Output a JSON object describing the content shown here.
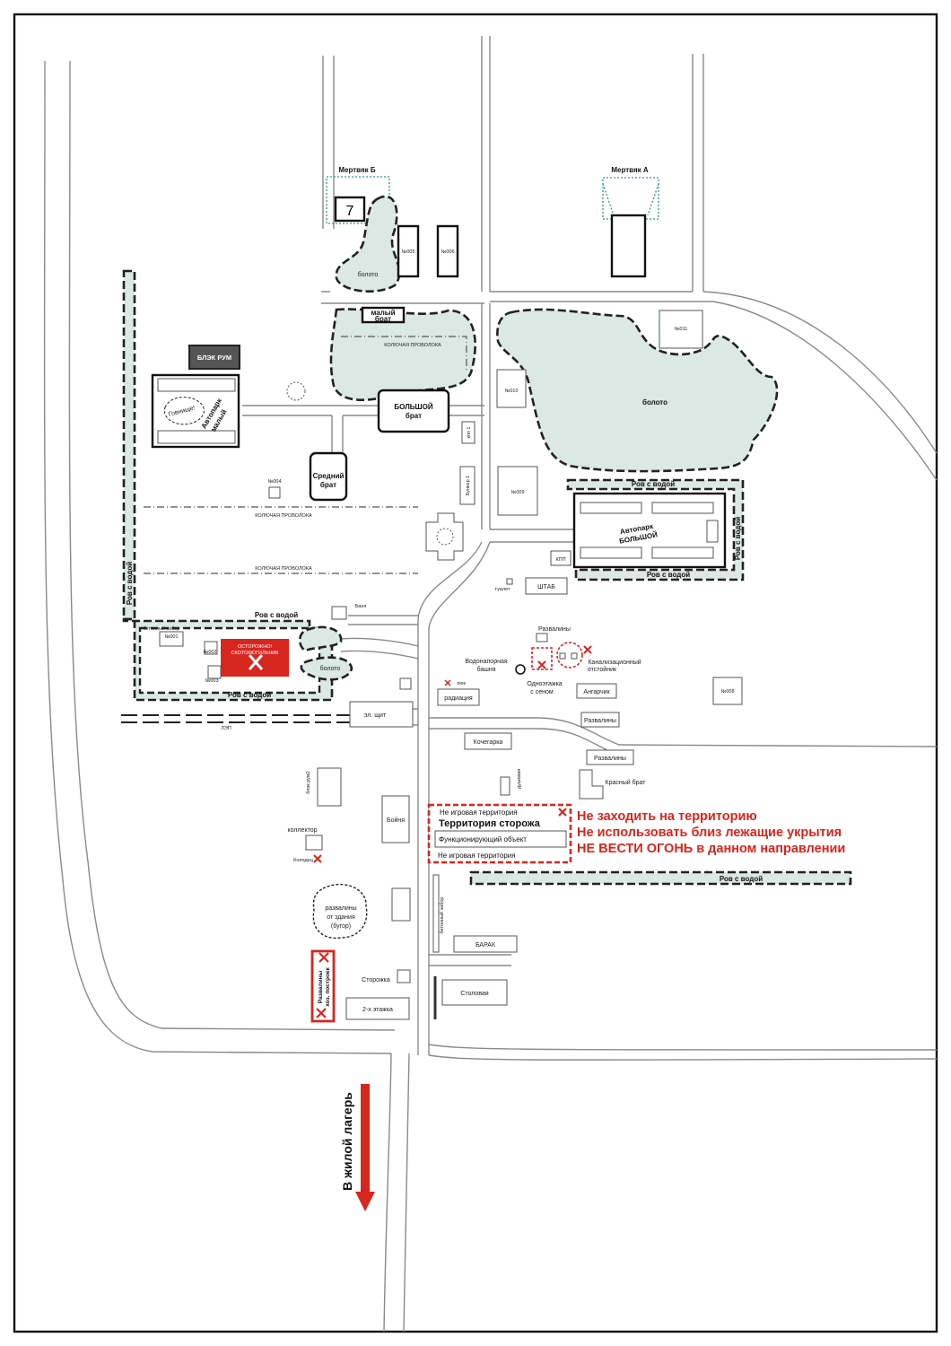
{
  "colors": {
    "danger": "#d7261e",
    "swamp_fill": "#dbe8e4",
    "road": "#8a8a8a",
    "dead_zone": "#2a9a86"
  },
  "labels": {
    "mertvyak_b": "Мертвяк Б",
    "mertvyak_a": "Мертвяк А",
    "seven": "7",
    "n005": "№005",
    "n006": "№006",
    "n011": "№011",
    "n010": "№010",
    "n009": "№009",
    "n004": "№004",
    "n001": "№001",
    "n002": "№002",
    "n003": "№003",
    "n008": "№008",
    "swamp": "болото",
    "maly_brat_1": "малый",
    "maly_brat_2": "брат",
    "wire": "КОЛЮЧАЯ ПРОВОЛОКА",
    "black_room": "БЛЭК РУМ",
    "avtopark_maly_1": "Автопарк",
    "avtopark_maly_2": "малый",
    "govnische": "Говнище!",
    "bolshoy_brat_1": "БОЛЬШОЙ",
    "bolshoy_brat_2": "брат",
    "kpp1": "кпп 1",
    "bunker1": "Бункер 1",
    "sredny_1": "Средний",
    "sredny_2": "брат",
    "rov": "Ров с водой",
    "avtopark_big_1": "Автопарк",
    "avtopark_big_2": "БОЛЬШОЙ",
    "kpp": "КПП",
    "toilet": "туалет",
    "shtab": "ШТАБ",
    "banya": "Баня",
    "concrete_fence": "бетонный забор",
    "caution_1": "ОСТОРОЖНО!",
    "caution_2": "СКОТОМОГИЛЬНИК",
    "ruins": "Развалины",
    "water_tower_1": "Водонапорная",
    "water_tower_2": "башня",
    "one_floor_1": "Одноэтажка",
    "one_floor_2": "с сеном",
    "sewer_1": "Канализационный",
    "sewer_2": "отстойник",
    "hatch": "люк",
    "radiation": "радиация",
    "hangar": "Ангарчик",
    "lep": "ЛЭП",
    "el_shield": "эл. щит",
    "boiler": "Кочегарка",
    "shower": "душевая",
    "red_brat": "Красный брат",
    "black_room2": "блэк рум2",
    "slaughter": "Бойня",
    "collector": "коллектор",
    "well": "Колодец",
    "ruins_hill_1": "развалины",
    "ruins_hill_2": "от здания",
    "ruins_hill_3": "(бугор)",
    "ruins_sheds_1": "Развалины",
    "ruins_sheds_2": "хоз. построек",
    "guardhouse": "Сторожка",
    "two_floor": "2-х этажка",
    "barrack": "БАРАК",
    "canteen": "Столовая",
    "concrete_fence_2": "бетонный забор",
    "to_camp": "В жилой лагерь"
  },
  "guard_box": {
    "top_note": "Не игровая территория",
    "title": "Территория сторожа",
    "object": "Функционирующий объект",
    "bottom_note": "Не игровая территория"
  },
  "warnings": [
    "Не заходить на территорию",
    "Не использовать близ лежащие укрытия",
    "НЕ ВЕСТИ ОГОНЬ в данном направлении"
  ]
}
